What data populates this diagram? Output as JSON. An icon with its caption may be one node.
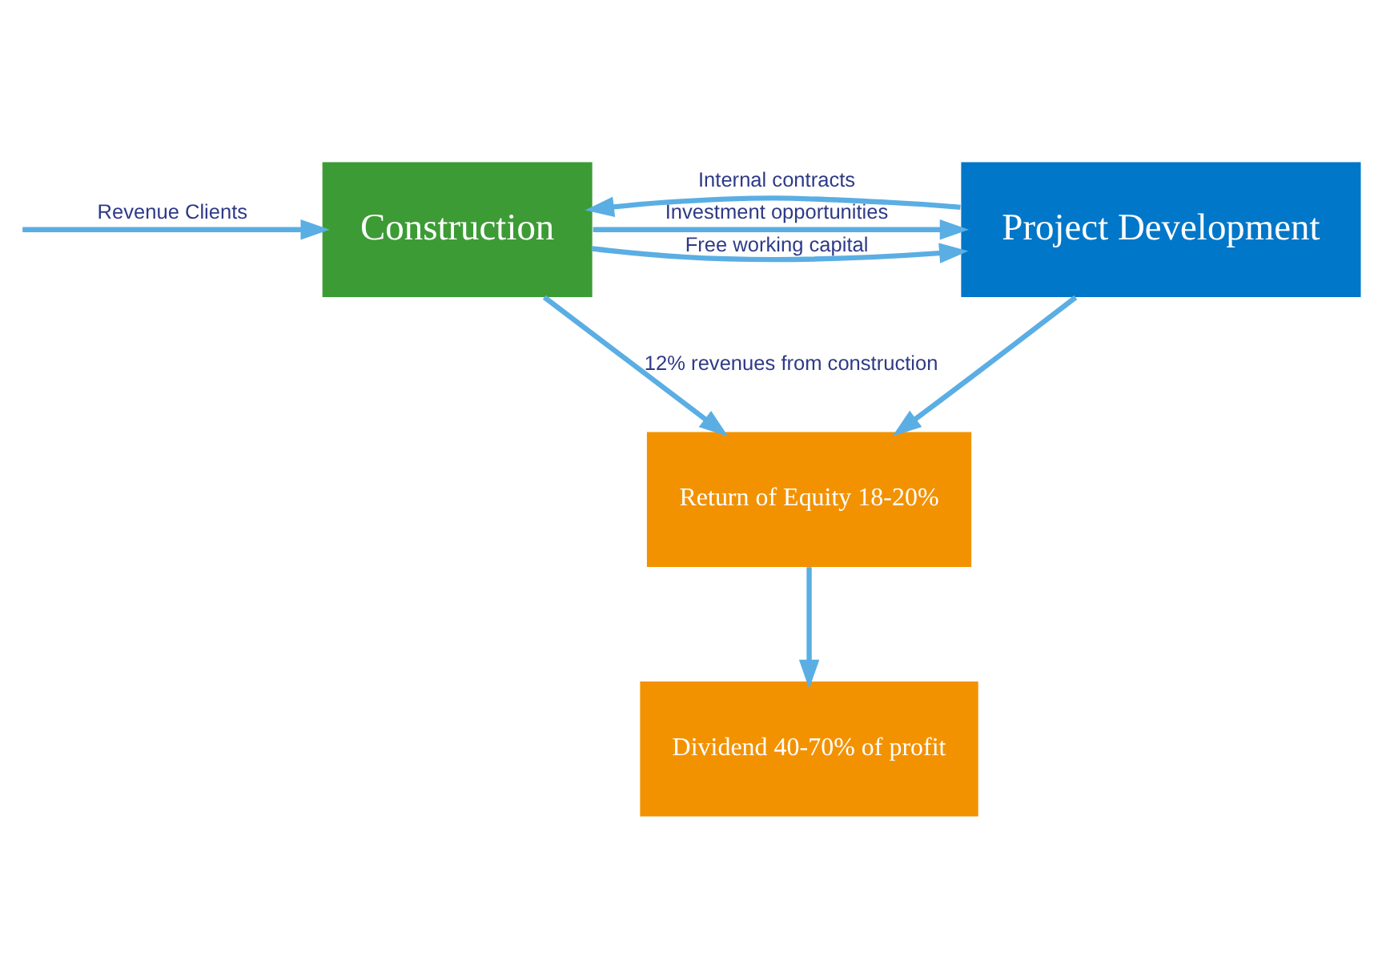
{
  "diagram": {
    "nodes": [
      {
        "text": [
          "Construction"
        ]
      },
      {
        "text": [
          "Project Development"
        ]
      },
      {
        "text": [
          "Return of Equity 18-20%"
        ]
      },
      {
        "text": [
          "Dividend 40-70% of profit"
        ]
      }
    ],
    "edges": [
      {
        "from": null,
        "to": 0,
        "arrow": "to",
        "label": "Revenue Clients"
      },
      {
        "from": 0,
        "to": 1,
        "arrow": "to",
        "label": "Free working capital"
      },
      {
        "from": 0,
        "to": 1,
        "arrow": "to",
        "label": "Investment opportunities"
      },
      {
        "from": 1,
        "to": 0,
        "arrow": "to",
        "label": "Internal contracts"
      },
      {
        "from": 0,
        "to": 2,
        "arrow": "to",
        "label": "12% revenues from construction"
      },
      {
        "from": 1,
        "to": 2,
        "arrow": "to"
      },
      {
        "from": 2,
        "to": 3,
        "arrow": "to"
      }
    ]
  }
}
